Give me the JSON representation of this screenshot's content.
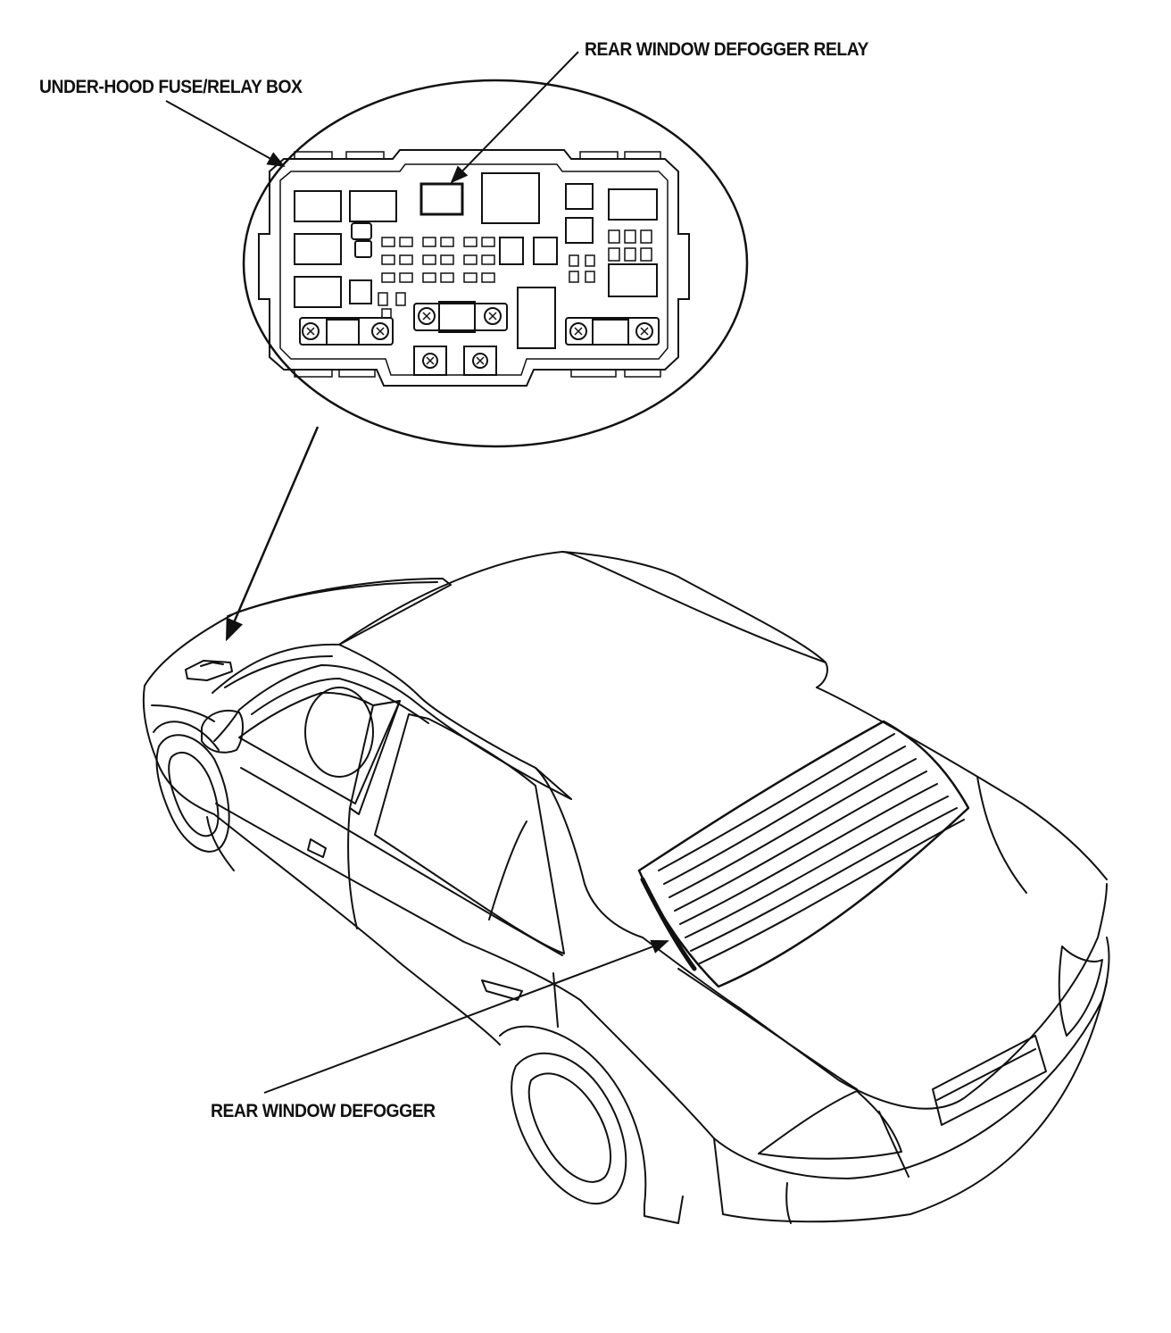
{
  "labels": {
    "fuse_box": "UNDER-HOOD FUSE/RELAY BOX",
    "defogger_relay": "REAR WINDOW DEFOGGER RELAY",
    "rear_window_defogger": "REAR WINDOW DEFOGGER"
  },
  "colors": {
    "ink": "#111111",
    "paper": "#ffffff"
  }
}
